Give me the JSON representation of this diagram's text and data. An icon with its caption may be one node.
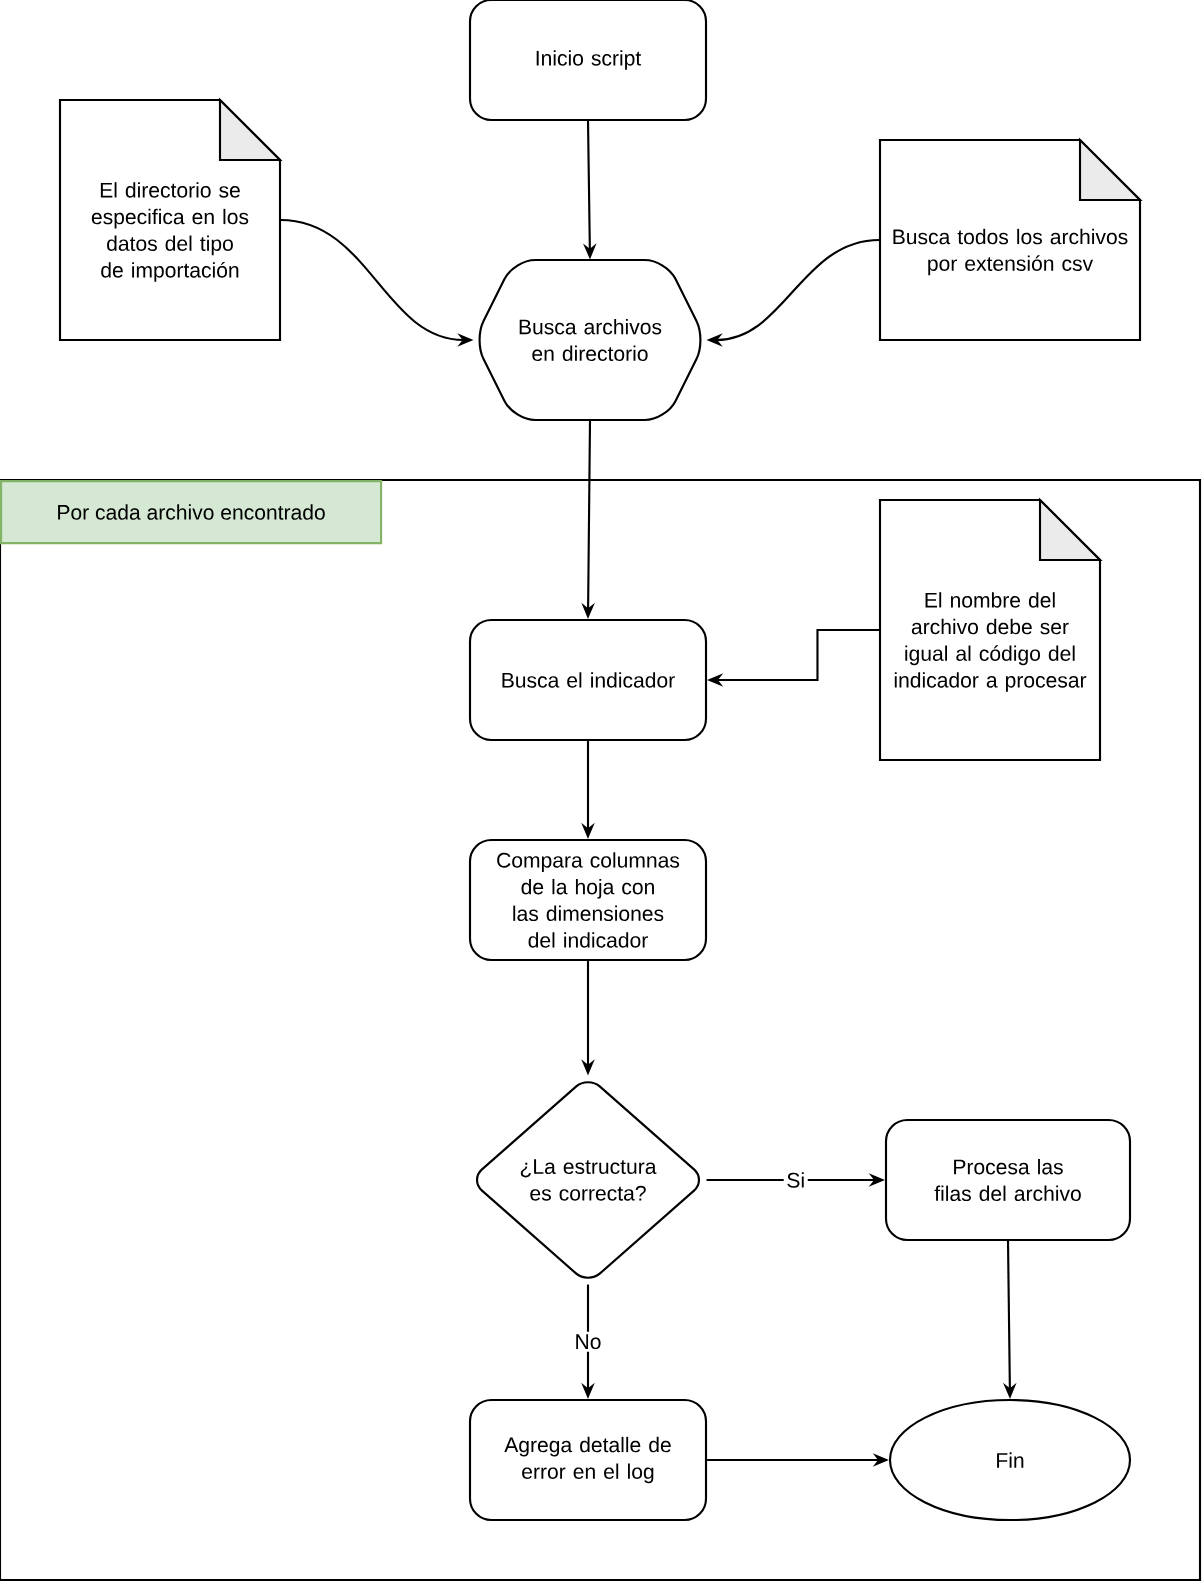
{
  "diagram": {
    "nodes": [
      {
        "text": [
          "Inicio script"
        ]
      },
      {
        "text": [
          "El directorio se especifica en los datos del tipo de importación"
        ]
      },
      {
        "text": [
          "Busca archivos en directorio"
        ]
      },
      {
        "text": [
          "Busca todos los archivos por extensión csv"
        ]
      },
      {
        "text": [
          "Por cada archivo encontrado"
        ]
      },
      {
        "text": [
          "Busca el indicador"
        ],
        "in": 4
      },
      {
        "text": [
          "El nombre del archivo debe ser igual al código del indicador a procesar"
        ],
        "in": 4
      },
      {
        "text": [
          "Compara columnas de la hoja con las dimensiones del indicador"
        ],
        "in": 4
      },
      {
        "text": [
          "¿La estructura es correcta?"
        ],
        "in": 4
      },
      {
        "text": [
          "Procesa las filas del archivo"
        ],
        "in": 4
      },
      {
        "text": [
          "Agrega detalle de error en el log"
        ],
        "in": 4
      },
      {
        "text": [
          "Fin"
        ],
        "in": 4
      }
    ],
    "edges": [
      {
        "from": 0,
        "to": 2,
        "arrow": "to"
      },
      {
        "from": 1,
        "to": 2,
        "arrow": "to"
      },
      {
        "from": 3,
        "to": 2,
        "arrow": "to"
      },
      {
        "from": 2,
        "to": 5,
        "arrow": "to"
      },
      {
        "from": 6,
        "to": 5,
        "arrow": "to"
      },
      {
        "from": 5,
        "to": 7,
        "arrow": "to"
      },
      {
        "from": 7,
        "to": 8,
        "arrow": "to"
      },
      {
        "from": 8,
        "to": 9,
        "arrow": "to",
        "label": "Si"
      },
      {
        "from": 8,
        "to": 10,
        "arrow": "to",
        "label": "No"
      },
      {
        "from": 9,
        "to": 11,
        "arrow": "to"
      },
      {
        "from": 10,
        "to": 11,
        "arrow": "to"
      }
    ]
  }
}
